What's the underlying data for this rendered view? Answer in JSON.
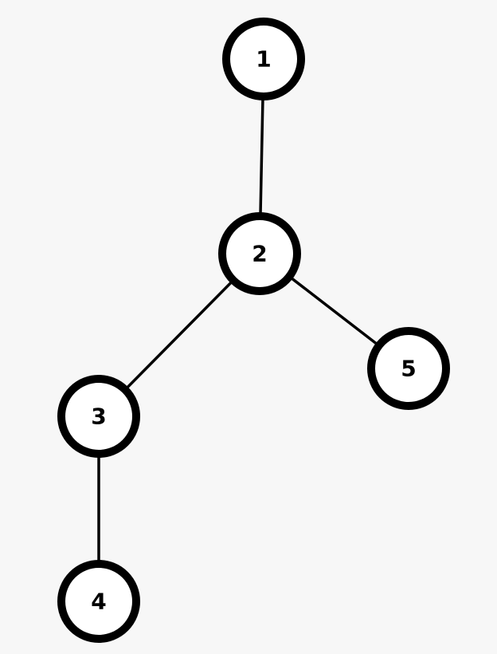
{
  "colors": {
    "background": "#f7f7f7",
    "node_fill": "#ffffff",
    "node_stroke": "#000000",
    "edge": "#000000",
    "label": "#000000"
  },
  "nodes": [
    {
      "id": "1",
      "label": "1"
    },
    {
      "id": "2",
      "label": "2"
    },
    {
      "id": "3",
      "label": "3"
    },
    {
      "id": "4",
      "label": "4"
    },
    {
      "id": "5",
      "label": "5"
    }
  ],
  "edges": [
    {
      "from": "1",
      "to": "2"
    },
    {
      "from": "2",
      "to": "3"
    },
    {
      "from": "2",
      "to": "5"
    },
    {
      "from": "3",
      "to": "4"
    }
  ]
}
